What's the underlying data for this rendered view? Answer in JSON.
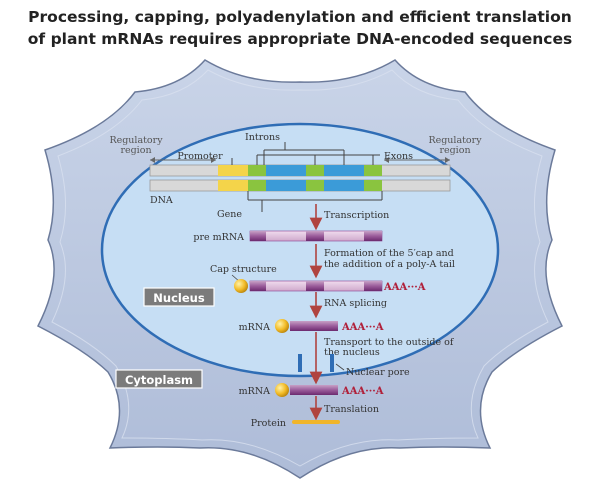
{
  "title": {
    "line1": "Processing, capping, polyadenylation and efficient translation",
    "line2": "of plant mRNAs requires appropriate DNA-encoded sequences"
  },
  "labels": {
    "regulatory_left": [
      "Regulatory",
      "region"
    ],
    "regulatory_right": [
      "Regulatory",
      "region"
    ],
    "promoter": "Promoter",
    "introns": "Introns",
    "exons": "Exons",
    "dna": "DNA",
    "gene": "Gene",
    "transcription": "Transcription",
    "pre_mrna": "pre mRNA",
    "cap_formation": [
      "Formation of the 5′cap and",
      "the addition of a poly-A tail"
    ],
    "cap_structure": "Cap structure",
    "polya_1": "AAA···A",
    "nucleus": "Nucleus",
    "rna_splicing": "RNA splicing",
    "mrna_1": "mRNA",
    "polya_2": "AAA···A",
    "transport": [
      "Transport to the outside of",
      "the nucleus"
    ],
    "nuclear_pore": "Nuclear pore",
    "cytoplasm": "Cytoplasm",
    "mrna_2": "mRNA",
    "polya_3": "AAA···A",
    "translation": "Translation",
    "protein": "Protein"
  },
  "colors": {
    "cell_fill": "#b7c6df",
    "cell_stroke": "#6b7a9a",
    "nucleus_fill": "#c6def4",
    "nucleus_stroke": "#2f6db5",
    "promoter_yellow": "#f4d44a",
    "exon_green": "#8ac43f",
    "intron_blue": "#3b9bd8",
    "dna_gray": "#d8d8d8",
    "rna_purple": "#8b3d8f",
    "rna_light": "#d9b5d6",
    "arrow_red": "#b0433f",
    "polya_red": "#b0203a",
    "cap_gold": "#e8b01a",
    "label_box": "#7b7b7b",
    "protein_yellow": "#f0b52a"
  }
}
